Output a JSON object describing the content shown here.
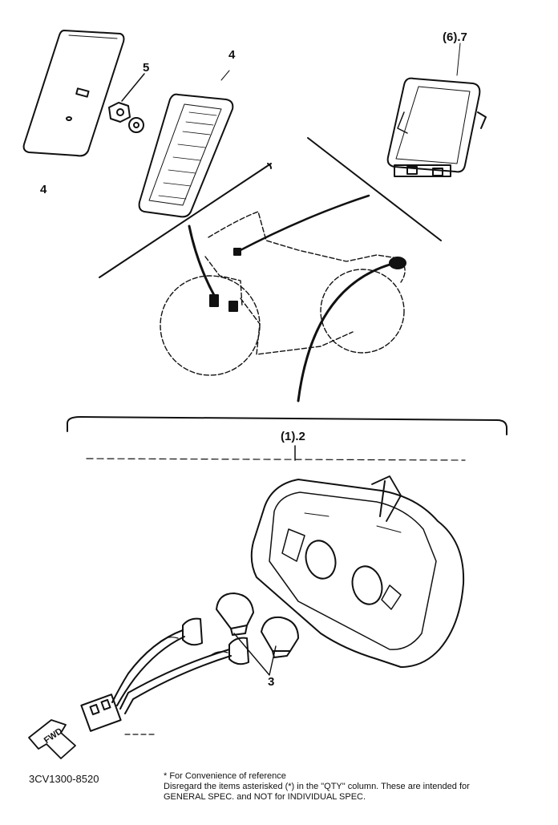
{
  "callouts": {
    "c4_left": "4",
    "c5": "5",
    "c4_top": "4",
    "c6_7": "(6).7",
    "c1_2": "(1).2",
    "c3": "3"
  },
  "fwd_label": "FWD",
  "footer": {
    "part_code": "3CV1300-8520",
    "note_line1": "* For Convenience of reference",
    "note_line2": "Disregard the items asterisked (*) in the \"QTY\" column. These are intended for",
    "note_line3": "GENERAL SPEC. and NOT for INDIVIDUAL SPEC."
  }
}
